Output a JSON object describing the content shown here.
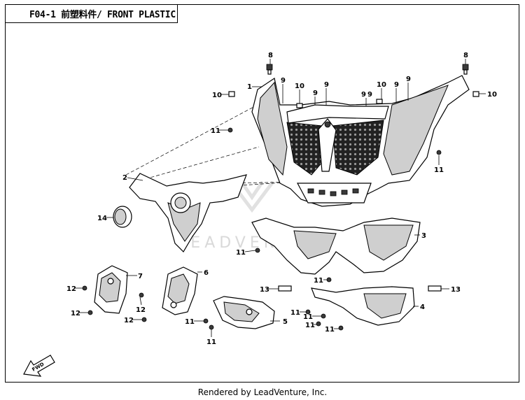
{
  "header": {
    "title": "F04-1 前塑料件/ FRONT PLASTIC"
  },
  "footer": {
    "text": "Rendered by LeadVenture, Inc."
  },
  "watermark": {
    "text": "LEADVENTURE"
  },
  "direction_arrow": {
    "label": "FWD"
  },
  "callouts": {
    "c1": "1",
    "c2": "2",
    "c3": "3",
    "c4": "4",
    "c5": "5",
    "c6": "6",
    "c7": "7",
    "c8a": "8",
    "c8b": "8",
    "c9a": "9",
    "c9b": "9",
    "c9c": "9",
    "c9d": "9",
    "c9e": "9",
    "c9f": "9",
    "c9g": "9",
    "c10a": "10",
    "c10b": "10",
    "c10c": "10",
    "c10d": "10",
    "c11a": "11",
    "c11b": "11",
    "c11c": "11",
    "c11d": "11",
    "c11e": "11",
    "c11f": "11",
    "c11g": "11",
    "c11h": "11",
    "c11i": "11",
    "c11j": "11",
    "c12a": "12",
    "c12b": "12",
    "c12c": "12",
    "c12d": "12",
    "c13a": "13",
    "c13b": "13",
    "c14": "14"
  }
}
